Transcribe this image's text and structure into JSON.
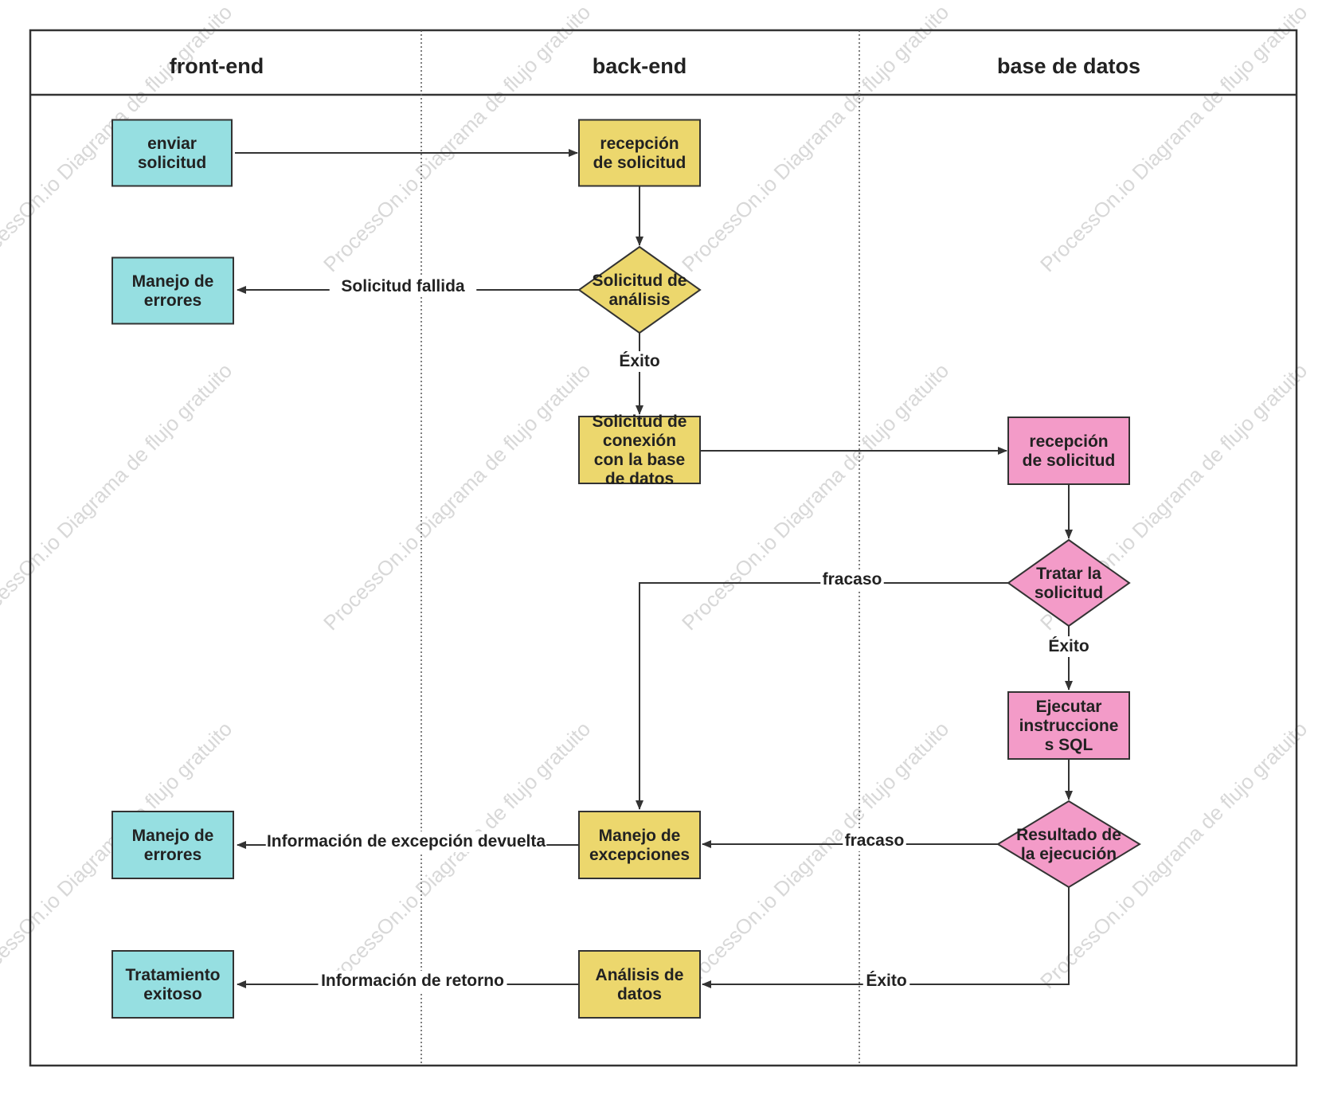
{
  "lanes": [
    {
      "id": "frontend",
      "title": "front-end"
    },
    {
      "id": "backend",
      "title": "back-end"
    },
    {
      "id": "db",
      "title": "base de datos"
    }
  ],
  "colors": {
    "frontend": "#96dfe1",
    "backend": "#ecd76d",
    "db": "#f39bc8",
    "stroke": "#333333"
  },
  "nodes": [
    {
      "id": "enviar-solicitud",
      "lane": "frontend",
      "shape": "rect",
      "lines": [
        "enviar",
        "solicitud"
      ]
    },
    {
      "id": "recepcion-solicitud-back",
      "lane": "backend",
      "shape": "rect",
      "lines": [
        "recepción",
        "de solicitud"
      ]
    },
    {
      "id": "solicitud-analisis",
      "lane": "backend",
      "shape": "diamond",
      "lines": [
        "Solicitud de",
        "análisis"
      ]
    },
    {
      "id": "manejo-errores-1",
      "lane": "frontend",
      "shape": "rect",
      "lines": [
        "Manejo de",
        "errores"
      ]
    },
    {
      "id": "solicitud-conexion",
      "lane": "backend",
      "shape": "rect",
      "lines": [
        "Solicitud de",
        "conexión",
        "con la base",
        "de datos"
      ]
    },
    {
      "id": "recepcion-solicitud-db",
      "lane": "db",
      "shape": "rect",
      "lines": [
        "recepción",
        "de solicitud"
      ]
    },
    {
      "id": "tratar-solicitud",
      "lane": "db",
      "shape": "diamond",
      "lines": [
        "Tratar la",
        "solicitud"
      ]
    },
    {
      "id": "ejecutar-sql",
      "lane": "db",
      "shape": "rect",
      "lines": [
        "Ejecutar",
        "instruccione",
        "s SQL"
      ]
    },
    {
      "id": "resultado-ejecucion",
      "lane": "db",
      "shape": "diamond",
      "lines": [
        "Resultado de",
        "la ejecución"
      ]
    },
    {
      "id": "manejo-excepciones",
      "lane": "backend",
      "shape": "rect",
      "lines": [
        "Manejo de",
        "excepciones"
      ]
    },
    {
      "id": "manejo-errores-2",
      "lane": "frontend",
      "shape": "rect",
      "lines": [
        "Manejo de",
        "errores"
      ]
    },
    {
      "id": "analisis-datos",
      "lane": "backend",
      "shape": "rect",
      "lines": [
        "Análisis de",
        "datos"
      ]
    },
    {
      "id": "tratamiento-exitoso",
      "lane": "frontend",
      "shape": "rect",
      "lines": [
        "Tratamiento",
        "exitoso"
      ]
    }
  ],
  "edges": [
    {
      "id": "e1",
      "from": "enviar-solicitud",
      "to": "recepcion-solicitud-back",
      "label": ""
    },
    {
      "id": "e2",
      "from": "recepcion-solicitud-back",
      "to": "solicitud-analisis",
      "label": ""
    },
    {
      "id": "e3",
      "from": "solicitud-analisis",
      "to": "manejo-errores-1",
      "label": "Solicitud fallida"
    },
    {
      "id": "e4",
      "from": "solicitud-analisis",
      "to": "solicitud-conexion",
      "label": "Éxito"
    },
    {
      "id": "e5",
      "from": "solicitud-conexion",
      "to": "recepcion-solicitud-db",
      "label": ""
    },
    {
      "id": "e6",
      "from": "recepcion-solicitud-db",
      "to": "tratar-solicitud",
      "label": ""
    },
    {
      "id": "e7",
      "from": "tratar-solicitud",
      "to": "manejo-excepciones",
      "label": "fracaso"
    },
    {
      "id": "e8",
      "from": "tratar-solicitud",
      "to": "ejecutar-sql",
      "label": "Éxito"
    },
    {
      "id": "e9",
      "from": "ejecutar-sql",
      "to": "resultado-ejecucion",
      "label": ""
    },
    {
      "id": "e10",
      "from": "resultado-ejecucion",
      "to": "manejo-excepciones",
      "label": "fracaso"
    },
    {
      "id": "e11",
      "from": "manejo-excepciones",
      "to": "manejo-errores-2",
      "label": "Información de excepción devuelta"
    },
    {
      "id": "e12",
      "from": "resultado-ejecucion",
      "to": "analisis-datos",
      "label": "Éxito"
    },
    {
      "id": "e13",
      "from": "analisis-datos",
      "to": "tratamiento-exitoso",
      "label": "Información de retorno"
    }
  ],
  "watermark": {
    "line1": "ProcessOn.io Diagrama de flujo gratuito"
  }
}
